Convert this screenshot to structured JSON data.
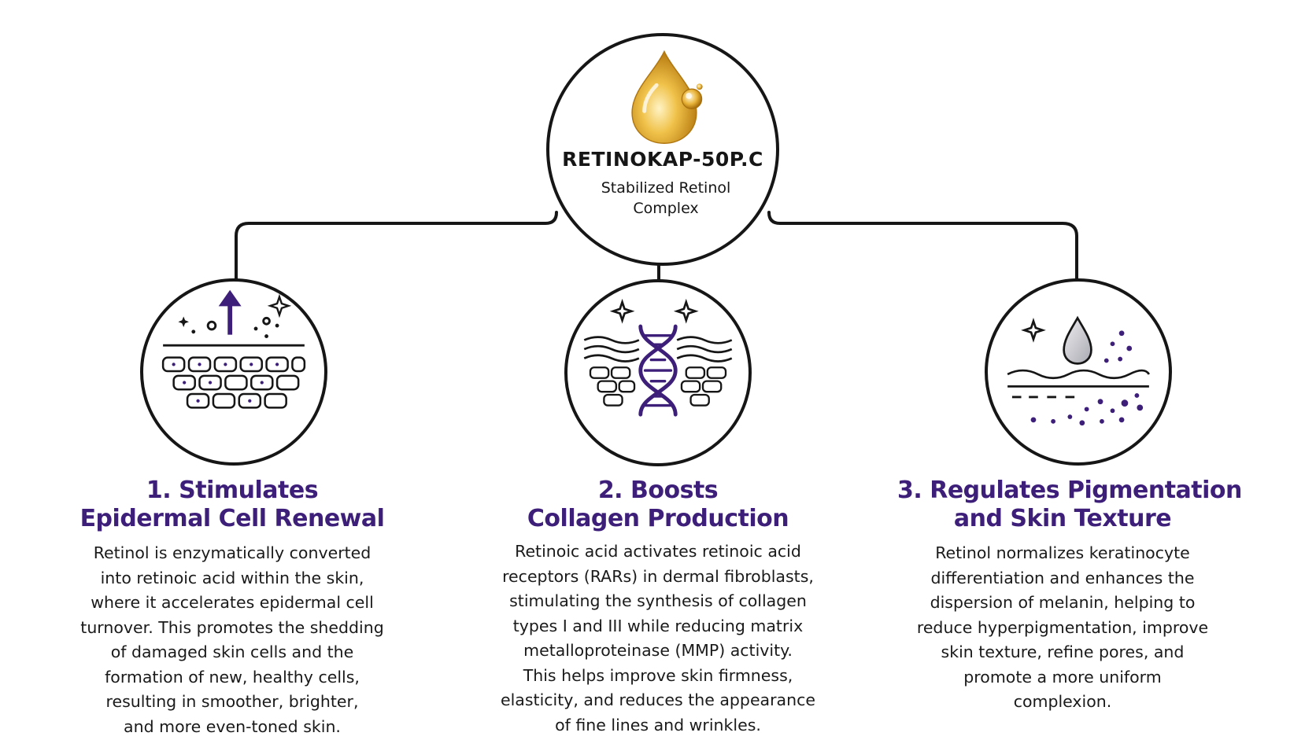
{
  "hub": {
    "title": "RETINOKAP-50P.C",
    "subtitle_lines": [
      "Stabilized Retinol",
      "Complex"
    ],
    "icon": "oil-drop-icon",
    "drop_color": "#e0a520"
  },
  "benefits": [
    {
      "title_lines": [
        "1. Stimulates",
        "Epidermal Cell Renewal"
      ],
      "body_lines": [
        "Retinol is enzymatically converted",
        "into retinoic acid within the skin,",
        "where it accelerates epidermal cell",
        "turnover. This promotes the shedding",
        "of damaged skin cells and the",
        "formation of new, healthy cells,",
        "resulting in smoother, brighter,",
        "and more even-toned skin."
      ],
      "icon": "cell-renewal-icon"
    },
    {
      "title_lines": [
        "2. Boosts",
        "Collagen Production"
      ],
      "body_lines": [
        "Retinoic acid activates retinoic acid",
        "receptors (RARs) in dermal fibroblasts,",
        "stimulating the synthesis of collagen",
        "types I and III while reducing matrix",
        "metalloproteinase (MMP) activity.",
        "This helps improve skin firmness,",
        "elasticity, and reduces the appearance",
        "of fine lines and wrinkles."
      ],
      "icon": "dna-collagen-icon"
    },
    {
      "title_lines": [
        "3. Regulates Pigmentation",
        "and Skin Texture"
      ],
      "body_lines": [
        "Retinol normalizes keratinocyte",
        "differentiation and enhances the",
        "dispersion of melanin, helping to",
        "reduce hyperpigmentation, improve",
        "skin texture, refine pores, and",
        "promote a more uniform",
        "complexion."
      ],
      "icon": "pigmentation-drop-icon"
    }
  ],
  "colors": {
    "accent": "#3d1f7a",
    "line": "#161616",
    "text": "#1a1a1a"
  }
}
